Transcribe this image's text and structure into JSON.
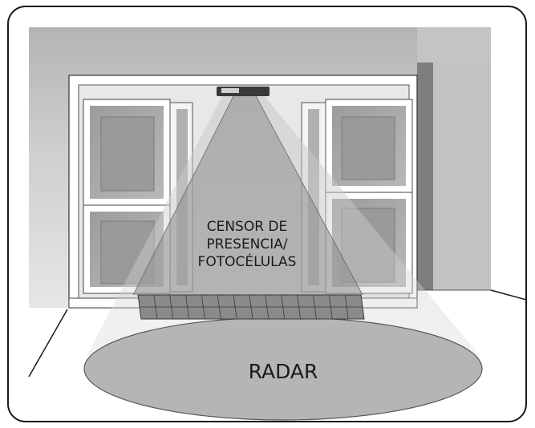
{
  "labels": {
    "sensor_line1": "CENSOR DE",
    "sensor_line2": "PRESENCIA/",
    "sensor_line3": "FOTOCÉLULAS",
    "radar": "RADAR"
  },
  "colors": {
    "frame_stroke": "#1a1a1a",
    "wall": "#c8c8c8",
    "glass": "#a4a4a4",
    "beam": "#9a9a9a",
    "radar_ellipse": "#b0b0b0",
    "sensor_device": "#3a3a3a"
  }
}
